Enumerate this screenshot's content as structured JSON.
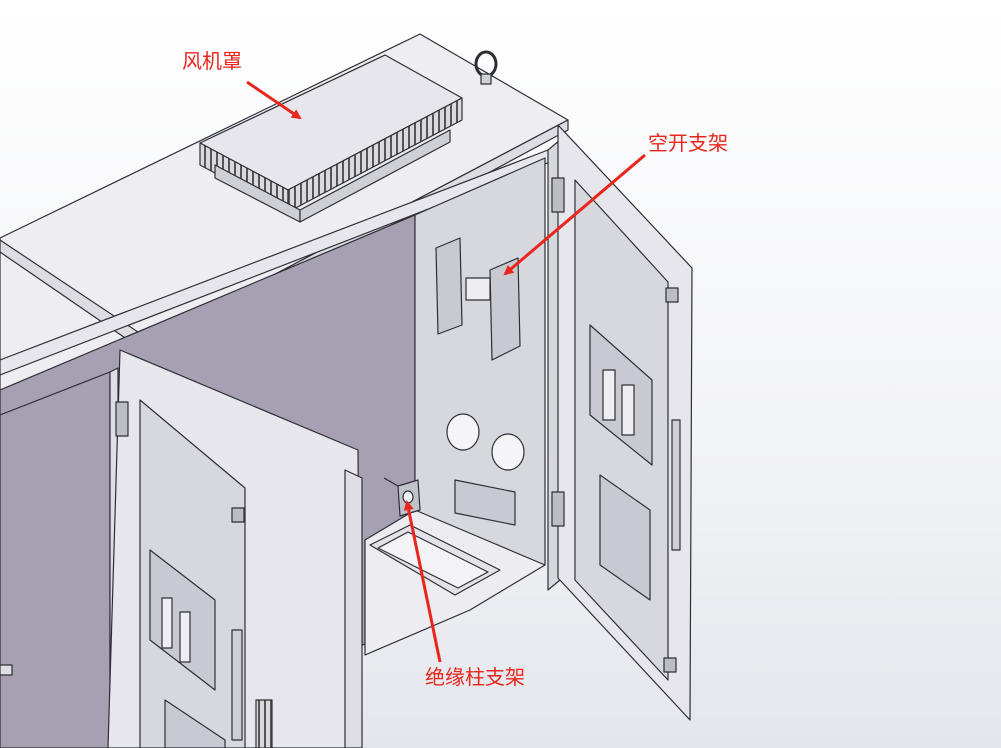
{
  "annotations": {
    "fan_cover": "风机罩",
    "breaker_bracket": "空开支架",
    "insulator_bracket": "绝缘柱支架"
  },
  "colors": {
    "annotation": "#e8261c",
    "cabinet_wall": "#a79fb2",
    "panel": "#d7d8de",
    "frame": "#e9e9ef",
    "outline": "#2e2e36"
  }
}
